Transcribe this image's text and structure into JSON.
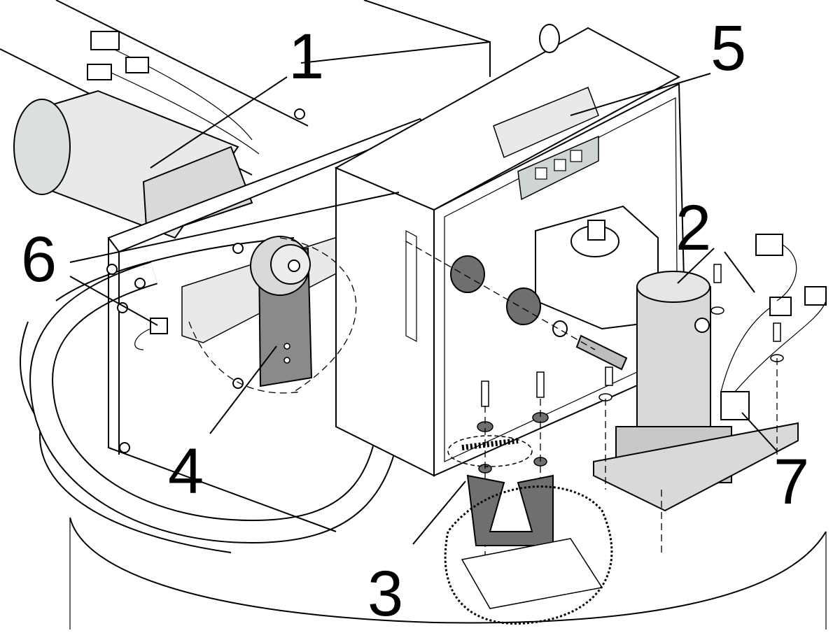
{
  "diagram": {
    "callouts": [
      {
        "id": "1",
        "label": "1"
      },
      {
        "id": "2",
        "label": "2"
      },
      {
        "id": "3",
        "label": "3"
      },
      {
        "id": "4",
        "label": "4"
      },
      {
        "id": "5",
        "label": "5"
      },
      {
        "id": "6",
        "label": "6"
      },
      {
        "id": "7",
        "label": "7"
      }
    ]
  },
  "colors": {
    "line": "#000000",
    "part_fill": "#d9d9d9",
    "dark_fill": "#6f6f6f",
    "highlight_fill": "#e8eaea",
    "board_fill": "#cfd4d4"
  }
}
